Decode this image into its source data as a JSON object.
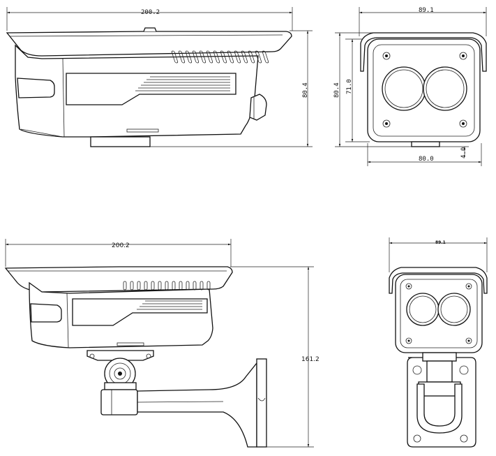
{
  "dimensions": {
    "top_left_width": "200.2",
    "top_left_height": "80.4",
    "top_right_width": "89.1",
    "top_right_outer_height": "80.4",
    "top_right_inner_height": "71.0",
    "top_right_base_width": "80.0",
    "top_right_offset": "4.0",
    "bottom_left_width": "200.2",
    "bottom_left_height": "161.2",
    "bottom_right_width": "89.1"
  }
}
